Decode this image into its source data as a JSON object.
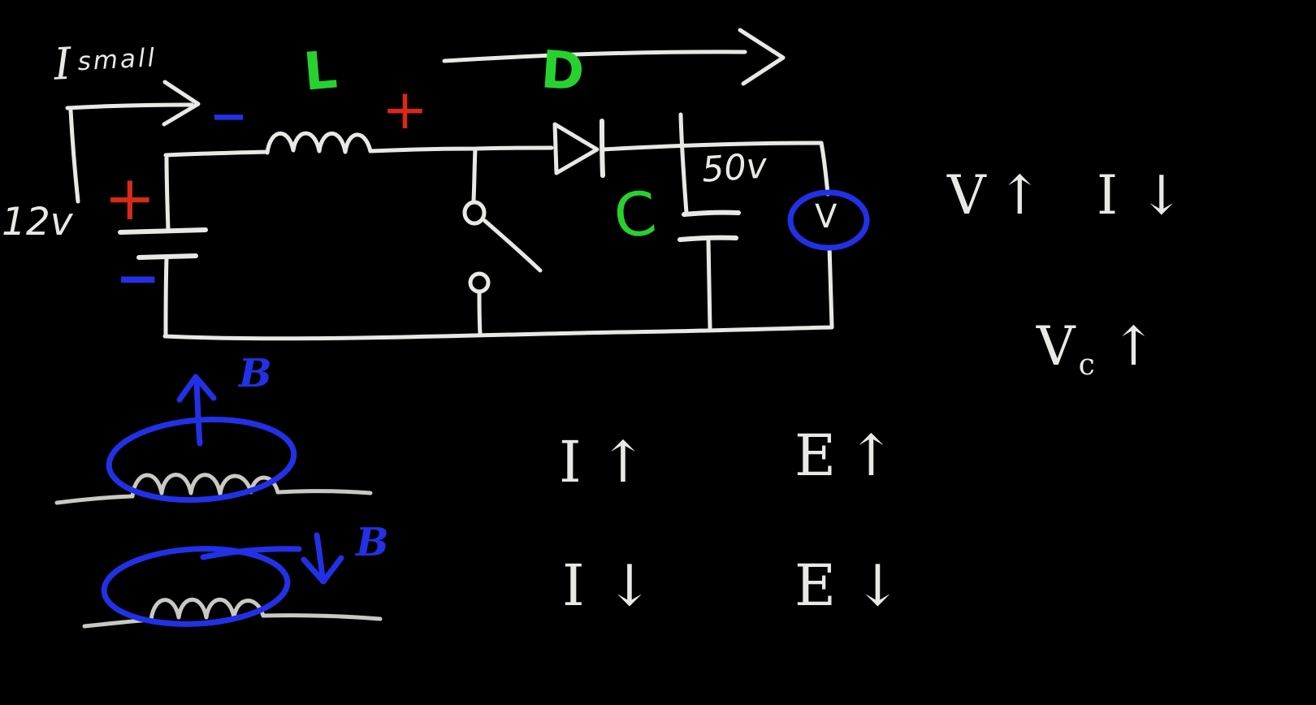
{
  "palette": {
    "background": "#000000",
    "chalk": "#e8e8e4",
    "dim_chalk": "#c9c9c4",
    "red": "#d8291a",
    "green": "#27d22f",
    "blue": "#2231e6"
  },
  "circuit": {
    "current_symbol": "I",
    "current_subscript": "small",
    "inductor_label": "L",
    "inductor_minus": "−",
    "inductor_plus": "+",
    "diode_label": "D",
    "source_voltage": "12v",
    "source_plus": "+",
    "source_minus": "−",
    "capacitor_label": "C",
    "capacitor_voltage": "50v",
    "voltmeter_label": "V"
  },
  "field_demo": {
    "top_coil_field_label": "B",
    "bottom_coil_field_label": "B"
  },
  "annotations": {
    "v_up": "V↑",
    "i_down": "I↓",
    "vc_base": "V",
    "vc_sub": "c",
    "vc_arrow": "↑",
    "i_up_note": "I↑",
    "e_up_note": "E↑",
    "i_down_note": "I↓",
    "e_down_note": "E↓"
  }
}
